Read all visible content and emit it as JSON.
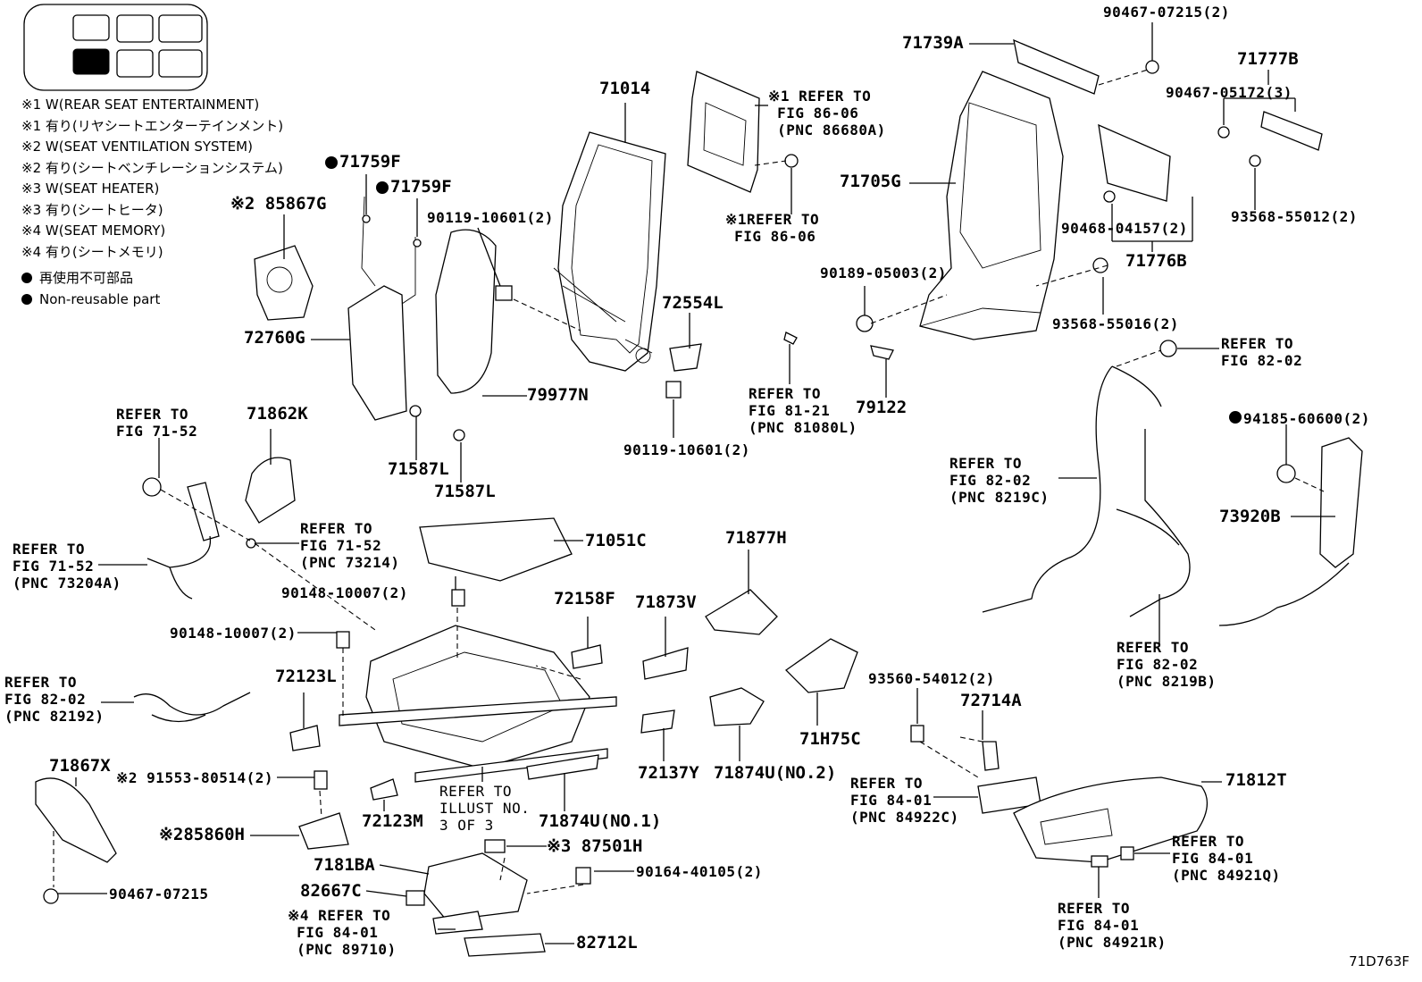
{
  "legend": {
    "items": [
      "※1 W(REAR SEAT ENTERTAINMENT)",
      "※1 有り(リヤシートエンターテインメント)",
      "※2 W(SEAT VENTILATION SYSTEM)",
      "※2 有り(シートベンチレーションシステム)",
      "※3 W(SEAT HEATER)",
      "※3 有り(シートヒータ)",
      "※4 W(SEAT MEMORY)",
      "※4 有り(シートメモリ)"
    ],
    "non_reusable_jp": "再使用不可部品",
    "non_reusable_en": "Non-reusable part"
  },
  "figure_id": "71D763F",
  "labels": {
    "p71014": "71014",
    "p71739A": "71739A",
    "p90467_07215_2": "90467-07215(2)",
    "p71777B": "71777B",
    "p90467_05172_3": "90467-05172(3)",
    "ref_86_06_86680A": "※1 REFER TO\n FIG 86-06\n (PNC 86680A)",
    "p71705G": "71705G",
    "ref_86_06": "※1REFER TO\n FIG 86-06",
    "p90468_04157_2": "90468-04157(2)",
    "p93568_55012_2": "93568-55012(2)",
    "p71776B": "71776B",
    "p71759F_a": "71759F",
    "p71759F_b": "71759F",
    "p85867G": "※2 85867G",
    "p90119_10601_2_a": "90119-10601(2)",
    "p90189_05003_2": "90189-05003(2)",
    "p93568_55016_2": "93568-55016(2)",
    "p72554L": "72554L",
    "p72760G": "72760G",
    "ref_82_02_top": "REFER TO\nFIG 82-02",
    "ref_81_21": "REFER TO\nFIG 81-21\n(PNC 81080L)",
    "p79122": "79122",
    "p79977N": "79977N",
    "p90119_10601_2_b": "90119-10601(2)",
    "ref_71_52_top": "REFER TO\nFIG 71-52",
    "p71862K": "71862K",
    "p71587L_a": "71587L",
    "p71587L_b": "71587L",
    "ref_82_02_8219C": "REFER TO\nFIG 82-02\n(PNC 8219C)",
    "p94185_60600_2": "94185-60600(2)",
    "p73920B": "73920B",
    "ref_71_52_73214": "REFER TO\nFIG 71-52\n(PNC 73214)",
    "ref_71_52_73204A": "REFER TO\nFIG 71-52\n(PNC 73204A)",
    "p71051C": "71051C",
    "p71877H": "71877H",
    "p90148_10007_2_a": "90148-10007(2)",
    "p90148_10007_2_b": "90148-10007(2)",
    "p72158F": "72158F",
    "p71873V": "71873V",
    "ref_82_02_8219B": "REFER TO\nFIG 82-02\n(PNC 8219B)",
    "ref_82_02_82192": "REFER TO\nFIG 82-02\n(PNC 82192)",
    "p72123L": "72123L",
    "p93560_54012_2": "93560-54012(2)",
    "p72714A": "72714A",
    "p71H75C": "71H75C",
    "p72137Y": "72137Y",
    "p71874U_no2": "71874U(NO.2)",
    "p71867X": "71867X",
    "p91553_80514_2": "※2 91553-80514(2)",
    "ref_illust": "REFER TO\nILLUST NO.\n3 OF 3",
    "p72123M": "72123M",
    "p71874U_no1": "71874U(NO.1)",
    "ref_84_01_84922C": "REFER TO\nFIG 84-01\n(PNC 84922C)",
    "p71812T": "71812T",
    "p85860H": "※285860H",
    "p87501H": "※3 87501H",
    "p7181BA": "7181BA",
    "p90164_40105_2": "90164-40105(2)",
    "p90467_07215": "90467-07215",
    "p82667C": "82667C",
    "ref_84_01_89710": "※4 REFER TO\n FIG 84-01\n (PNC 89710)",
    "p82712L": "82712L",
    "ref_84_01_84921Q": "REFER TO\nFIG 84-01\n(PNC 84921Q)",
    "ref_84_01_84921R": "REFER TO\nFIG 84-01\n(PNC 84921R)"
  }
}
